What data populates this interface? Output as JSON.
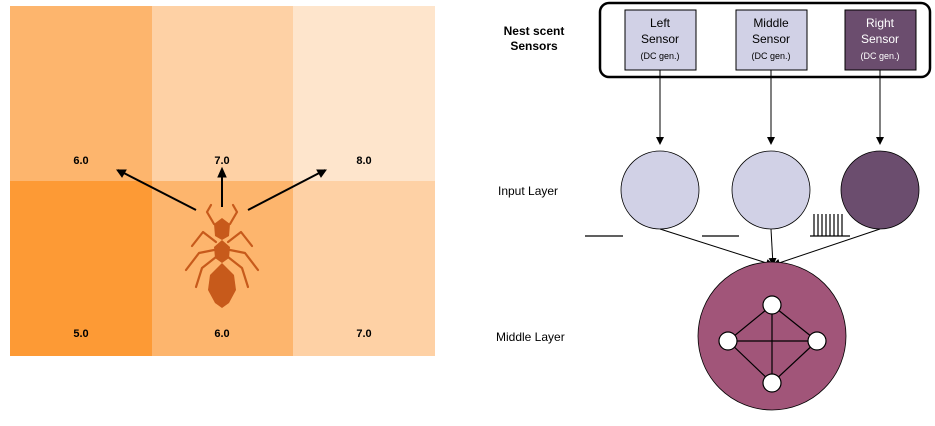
{
  "grid": {
    "cells": [
      {
        "value": "6.0",
        "color": "#fdb56d"
      },
      {
        "value": "7.0",
        "color": "#fed1a5"
      },
      {
        "value": "8.0",
        "color": "#fee5cc"
      },
      {
        "value": "5.0",
        "color": "#fd9a35"
      },
      {
        "value": "6.0",
        "color": "#fdb56d"
      },
      {
        "value": "7.0",
        "color": "#fed1a5"
      }
    ]
  },
  "ant": {
    "color": "#c75a1b"
  },
  "network": {
    "sensors_heading": {
      "line1": "Nest scent",
      "line2": "Sensors"
    },
    "sensors": [
      {
        "name": "Left",
        "word": "Sensor",
        "sub": "(DC gen.)",
        "fill": "#d1d1e6",
        "text_color": "#000000"
      },
      {
        "name": "Middle",
        "word": "Sensor",
        "sub": "(DC gen.)",
        "fill": "#d1d1e6",
        "text_color": "#000000"
      },
      {
        "name": "Right",
        "word": "Sensor",
        "sub": "(DC gen.)",
        "fill": "#6b4d6e",
        "text_color": "#ffffff"
      }
    ],
    "input_layer_label": "Input Layer",
    "middle_layer_label": "Middle Layer",
    "input_fills": [
      "#d1d1e6",
      "#d1d1e6",
      "#6b4d6e"
    ],
    "middle_fill": "#a15579",
    "spike_count": 8
  }
}
